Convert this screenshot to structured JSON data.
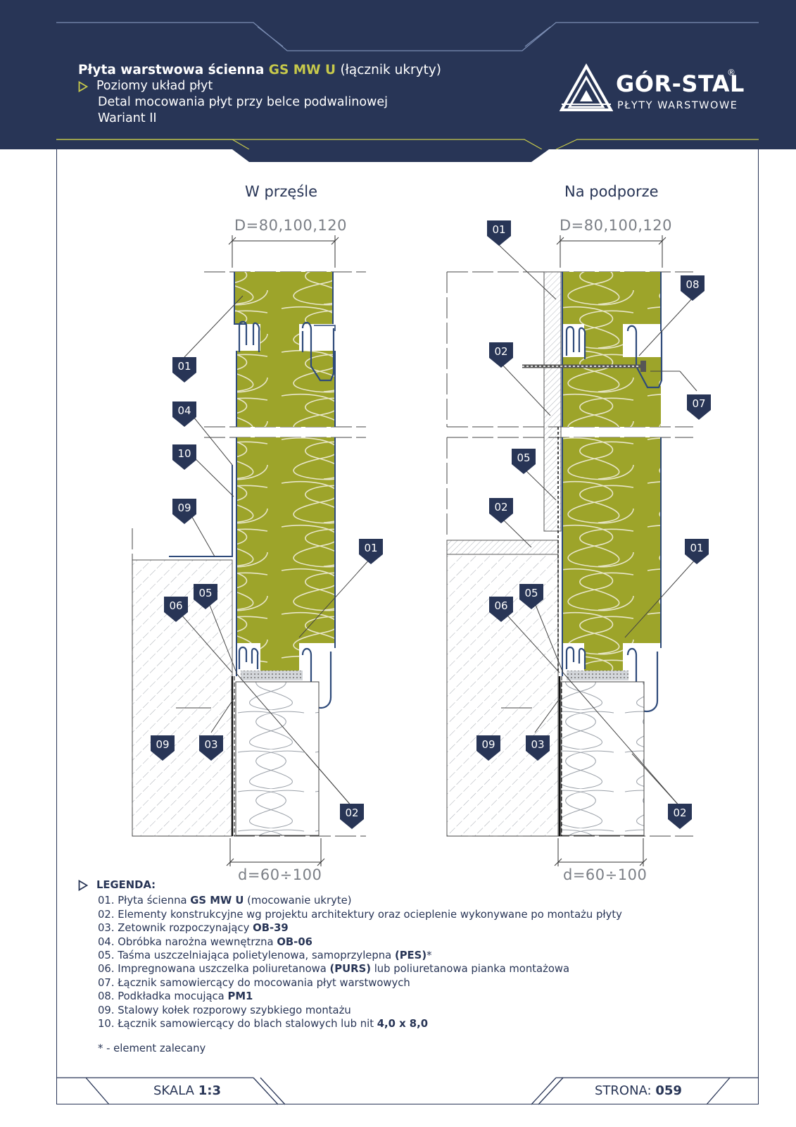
{
  "header": {
    "title_prefix": "Płyta warstwowa ścienna",
    "title_accent": "GS MW U",
    "title_suffix": "(łącznik ukryty)",
    "subtitle_1": "Poziomy układ płyt",
    "subtitle_2": "Detal mocowania płyt przy belce podwalinowej",
    "subtitle_3": "Wariant II"
  },
  "logo": {
    "name": "GÓR-STAL",
    "registered": "®",
    "tagline": "PŁYTY WARSTWOWE"
  },
  "colors": {
    "navy": "#283556",
    "accent": "#c7c94b",
    "panel_core": "#9da42a",
    "panel_line": "#e8e6c8",
    "steel": "#2e4a7a"
  },
  "drawings": {
    "left": {
      "title": "W przęśle",
      "dim_top": "D=80,100,120",
      "dim_bottom": "d=60÷100",
      "badges": [
        "01",
        "04",
        "10",
        "09",
        "01",
        "05",
        "06",
        "09",
        "03",
        "02"
      ]
    },
    "right": {
      "title": "Na podporze",
      "dim_top": "D=80,100,120",
      "dim_bottom": "d=60÷100",
      "badges": [
        "01",
        "08",
        "02",
        "07",
        "05",
        "02",
        "01",
        "05",
        "06",
        "09",
        "03",
        "02"
      ]
    }
  },
  "legend": {
    "heading": "LEGENDA:",
    "items": [
      {
        "text": "01. Płyta ścienna ",
        "bold": "GS MW U",
        "after": " (mocowanie ukryte)"
      },
      {
        "text": "02. Elementy konstrukcyjne wg projektu architektury oraz ocieplenie wykonywane po montażu płyty",
        "bold": "",
        "after": ""
      },
      {
        "text": "03. Zetownik rozpoczynający ",
        "bold": "OB-39",
        "after": ""
      },
      {
        "text": "04. Obróbka narożna wewnętrzna ",
        "bold": "OB-06",
        "after": ""
      },
      {
        "text": "05. Taśma uszczelniająca polietylenowa, samoprzylepna ",
        "bold": "(PES)",
        "after": "*"
      },
      {
        "text": "06. Impregnowana uszczelka poliuretanowa ",
        "bold": "(PURS)",
        "after": " lub poliuretanowa pianka montażowa"
      },
      {
        "text": "07. Łącznik samowiercący do mocowania płyt warstwowych",
        "bold": "",
        "after": ""
      },
      {
        "text": "08. Podkładka mocująca ",
        "bold": "PM1",
        "after": ""
      },
      {
        "text": "09. Stalowy kołek rozporowy szybkiego montażu",
        "bold": "",
        "after": ""
      },
      {
        "text": "10. Łącznik samowiercący do blach stalowych lub nit ",
        "bold": "4,0 x 8,0",
        "after": ""
      }
    ],
    "note": "* -  element zalecany"
  },
  "footer": {
    "scale_label": "SKALA",
    "scale_value": "1:3",
    "page_label": "STRONA:",
    "page_value": "059"
  }
}
